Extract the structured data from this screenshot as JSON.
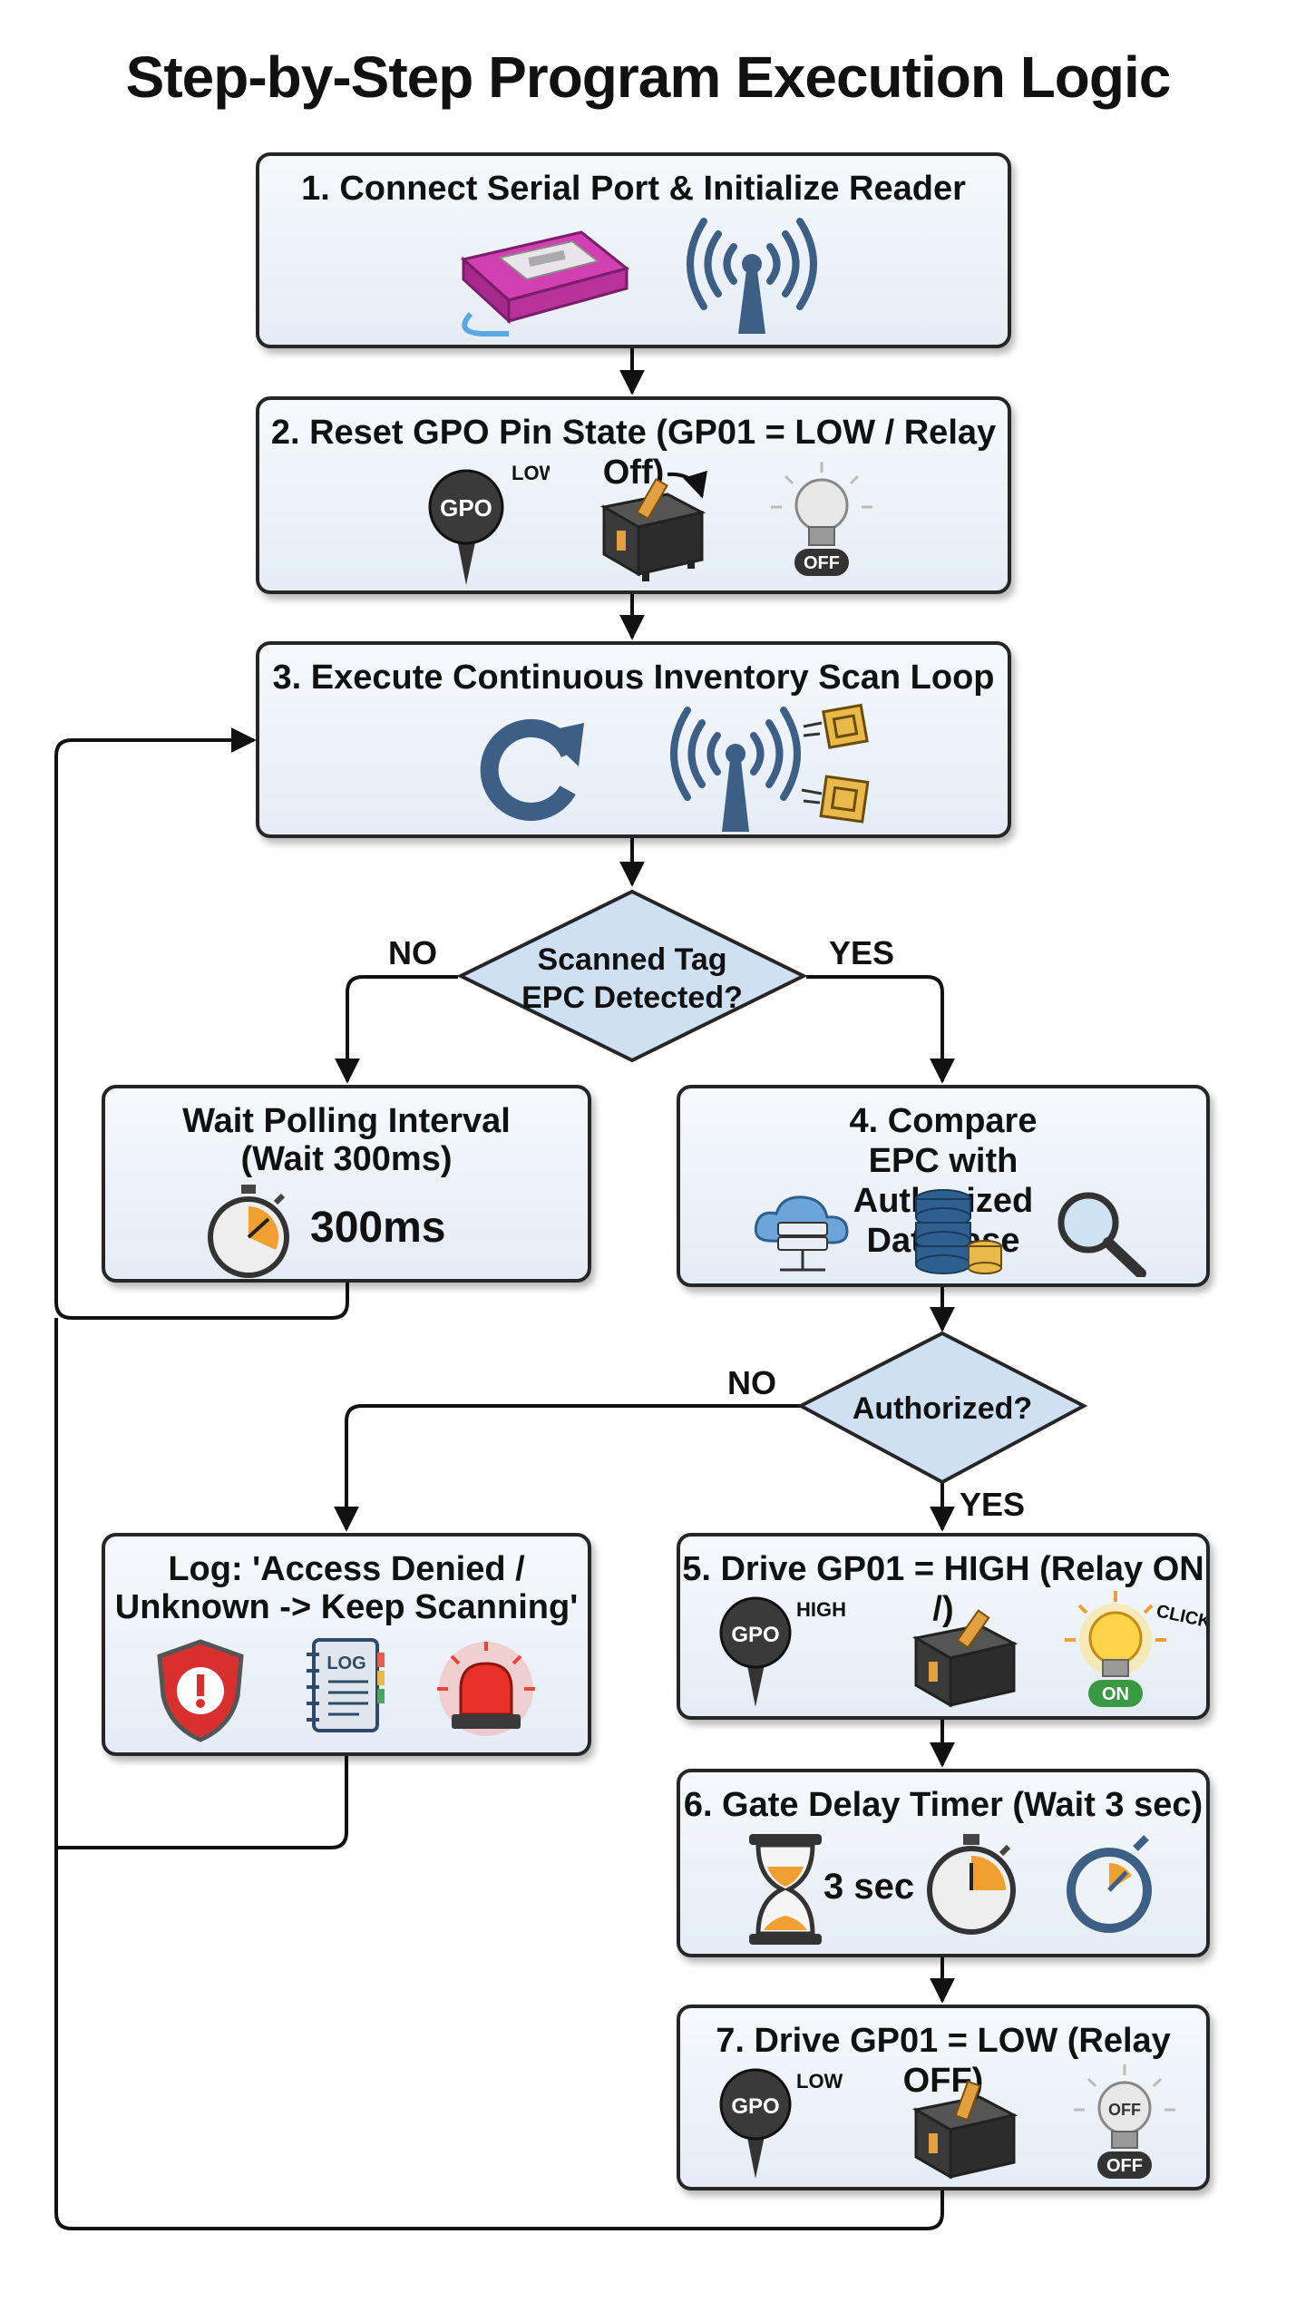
{
  "title": "Step-by-Step Program Execution Logic",
  "steps": [
    {
      "title": "1. Connect Serial Port & Initialize Reader",
      "icons": [
        "rfid-reader-device",
        "antenna-signal"
      ]
    },
    {
      "title": "2. Reset GPO Pin State (GP01 = LOW / Relay Off)",
      "icons": [
        "gpo-pin",
        "relay-switch",
        "light-bulb-off"
      ],
      "pin_badge": "GPO",
      "pin_level": "LOW",
      "bulb_state": "OFF"
    },
    {
      "title": "3. Execute Continuous Inventory Scan Loop",
      "icons": [
        "refresh-loop",
        "antenna-scanning-tags"
      ]
    },
    {
      "title": "4. Compare EPC with Authorized Database",
      "icons": [
        "cloud-server",
        "database",
        "magnifier"
      ]
    },
    {
      "title": "5. Drive GP01 = HIGH (Relay ON /)",
      "icons": [
        "gpo-pin",
        "relay-switch",
        "light-bulb-on"
      ],
      "pin_badge": "GPO",
      "pin_level": "HIGH",
      "bulb_state": "ON",
      "click_text": "CLICK!"
    },
    {
      "title": "6. Gate Delay Timer (Wait 3 sec)",
      "icons": [
        "hourglass",
        "stopwatch",
        "timer"
      ],
      "delay_text": "3 sec"
    },
    {
      "title": "7. Drive GP01 = LOW (Relay OFF)",
      "icons": [
        "gpo-pin",
        "relay-switch",
        "light-bulb-off"
      ],
      "pin_badge": "GPO",
      "pin_level": "LOW",
      "bulb_state": "OFF",
      "bulb_label": "OFF"
    }
  ],
  "wait_box": {
    "title_line1": "Wait Polling Interval",
    "title_line2": "(Wait 300ms)",
    "value": "300ms",
    "icons": [
      "stopwatch"
    ]
  },
  "log_box": {
    "title_line1": "Log: 'Access Denied /",
    "title_line2": "Unknown -> Keep Scanning'",
    "log_badge": "LOG",
    "icons": [
      "warning-shield",
      "log-notebook",
      "alarm-siren"
    ]
  },
  "decisions": [
    {
      "line1": "Scanned Tag",
      "line2": "EPC Detected?",
      "no": "NO",
      "yes": "YES"
    },
    {
      "line1": "Authorized?",
      "no": "NO",
      "yes": "YES"
    }
  ],
  "colors": {
    "box_border": "#262626",
    "box_fill": "#e8eef5",
    "decision_fill": "#cfe0f3",
    "icon_blue": "#3d5f86",
    "accent_orange": "#f0a030",
    "reader_magenta": "#c02e9e"
  }
}
